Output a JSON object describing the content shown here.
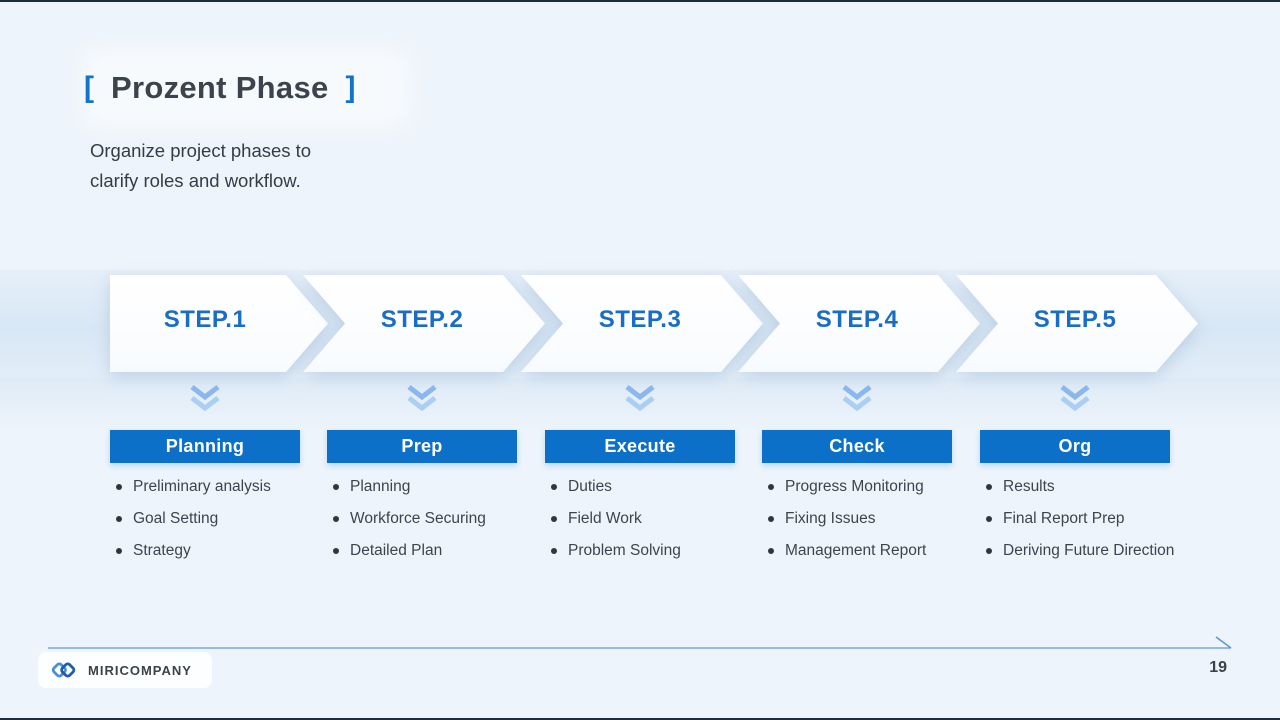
{
  "slide": {
    "bracket_left": "[",
    "bracket_right": "]",
    "title": "Prozent Phase",
    "subtitle_line1": "Organize project phases to",
    "subtitle_line2": "clarify roles and workflow.",
    "brand": "MIRICOMPANY",
    "page_number": "19"
  },
  "colors": {
    "background": "#eef4fb",
    "band": "#d8e7f5",
    "accent_blue": "#0d70c8",
    "step_text_blue": "#1a6dc4",
    "chevron_top": "#8bb7ec",
    "chevron_bottom": "#abcef3",
    "footer_line": "#5b9ad2",
    "text_dark": "#3b434d"
  },
  "icons": {
    "down_indicator": "double-chevron-down",
    "logo": "interlocked-diamonds"
  },
  "steps": [
    {
      "step": "STEP.1",
      "title": "Planning",
      "items": [
        "Preliminary analysis",
        "Goal Setting",
        "Strategy"
      ]
    },
    {
      "step": "STEP.2",
      "title": "Prep",
      "items": [
        "Planning",
        "Workforce Securing",
        "Detailed Plan"
      ]
    },
    {
      "step": "STEP.3",
      "title": "Execute",
      "items": [
        "Duties",
        "Field Work",
        "Problem Solving"
      ]
    },
    {
      "step": "STEP.4",
      "title": "Check",
      "items": [
        "Progress Monitoring",
        "Fixing Issues",
        "Management Report"
      ]
    },
    {
      "step": "STEP.5",
      "title": "Org",
      "items": [
        "Results",
        "Final Report Prep",
        "Deriving Future Direction"
      ]
    }
  ]
}
